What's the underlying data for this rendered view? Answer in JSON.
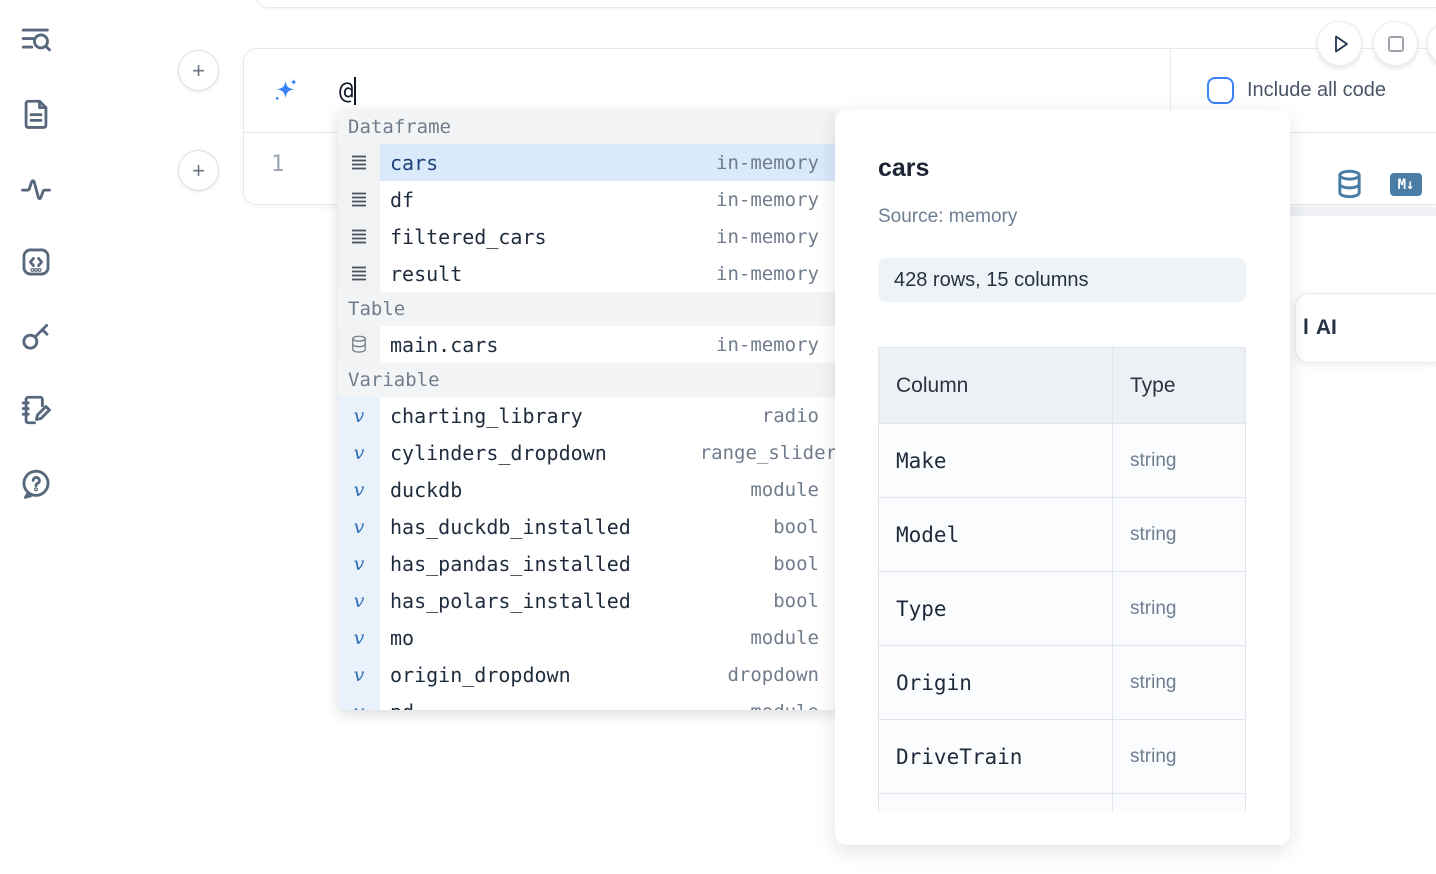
{
  "colors": {
    "accent_blue": "#3b82f6",
    "steel_blue": "#4a7da6",
    "selection_bg": "#d9ebfa",
    "selection_text": "#1d4077",
    "section_header_bg": "#f3f4f5",
    "variable_gutter_bg": "#e9f1fa"
  },
  "sidebar": {
    "items": [
      {
        "icon": "list-search-icon"
      },
      {
        "icon": "document-icon"
      },
      {
        "icon": "activity-icon"
      },
      {
        "icon": "code-snippet-icon"
      },
      {
        "icon": "key-icon"
      },
      {
        "icon": "scratchpad-icon"
      },
      {
        "icon": "help-icon"
      }
    ]
  },
  "run_controls": {
    "icons": [
      "play-icon",
      "stop-icon"
    ]
  },
  "ai_cell": {
    "prompt_value": "@",
    "include_all_code_label": "Include all code",
    "checkbox_checked": false
  },
  "code_cell": {
    "line_number": "1",
    "toolbar": {
      "markdown_badge": "M↓"
    }
  },
  "ai_assist_button": {
    "clipped_prefix": "l",
    "label": "AI"
  },
  "autocomplete": {
    "sections": [
      {
        "label": "Dataframe",
        "kind": "dataframe",
        "icon": "dataframe-rows-icon",
        "items": [
          {
            "name": "cars",
            "type": "in-memory",
            "selected": true
          },
          {
            "name": "df",
            "type": "in-memory"
          },
          {
            "name": "filtered_cars",
            "type": "in-memory"
          },
          {
            "name": "result",
            "type": "in-memory"
          }
        ]
      },
      {
        "label": "Table",
        "kind": "table",
        "icon": "database-icon",
        "items": [
          {
            "name": "main.cars",
            "type": "in-memory"
          }
        ]
      },
      {
        "label": "Variable",
        "kind": "variable",
        "icon": "variable-icon",
        "items": [
          {
            "name": "charting_library",
            "type": "radio"
          },
          {
            "name": "cylinders_dropdown",
            "type": "range_slider",
            "overflow": true
          },
          {
            "name": "duckdb",
            "type": "module"
          },
          {
            "name": "has_duckdb_installed",
            "type": "bool"
          },
          {
            "name": "has_pandas_installed",
            "type": "bool"
          },
          {
            "name": "has_polars_installed",
            "type": "bool"
          },
          {
            "name": "mo",
            "type": "module"
          },
          {
            "name": "origin_dropdown",
            "type": "dropdown"
          },
          {
            "name": "pd",
            "type": "module",
            "clipped": true
          }
        ]
      }
    ]
  },
  "preview_panel": {
    "title": "cars",
    "source": "Source: memory",
    "shape_badge": "428 rows, 15 columns",
    "table": {
      "headers": [
        "Column",
        "Type"
      ],
      "rows": [
        [
          "Make",
          "string"
        ],
        [
          "Model",
          "string"
        ],
        [
          "Type",
          "string"
        ],
        [
          "Origin",
          "string"
        ],
        [
          "DriveTrain",
          "string"
        ],
        [
          "",
          ""
        ]
      ]
    }
  }
}
